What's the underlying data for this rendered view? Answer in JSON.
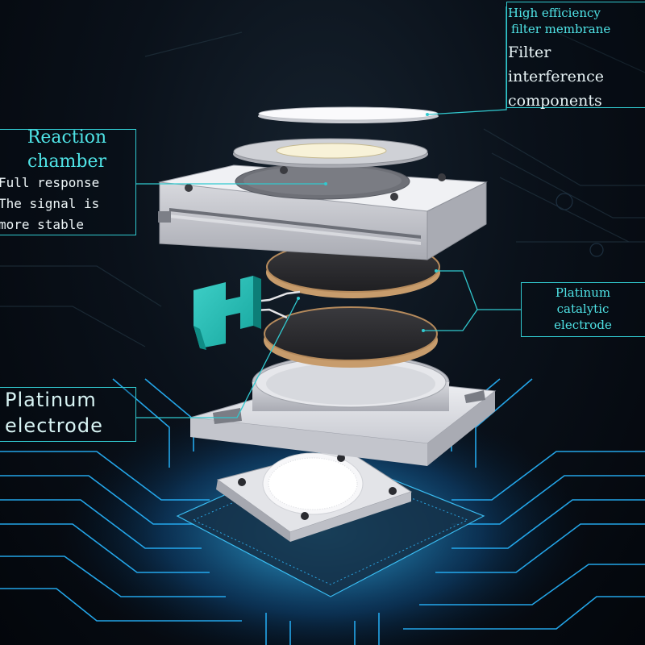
{
  "callouts": {
    "filter_membrane": {
      "title": [
        "High efficiency",
        "filter membrane"
      ],
      "body": [
        "Filter",
        "interference",
        "components"
      ]
    },
    "reaction_chamber": {
      "title": [
        "Reaction",
        "chamber"
      ],
      "body": [
        "Full response",
        "The signal is",
        "more stable"
      ]
    },
    "catalytic_electrode": {
      "title": [
        "Platinum",
        "catalytic",
        "electrode"
      ]
    },
    "platinum_electrode": {
      "title": [
        "Platinum",
        "electrode"
      ]
    }
  },
  "colors": {
    "callout": "#4fe3e6",
    "circuit_glow": "#1ea8ff",
    "body_grey": "#d9dadf",
    "electrode_dark": "#2e2e31",
    "electrode_rim": "#c59b6b"
  }
}
